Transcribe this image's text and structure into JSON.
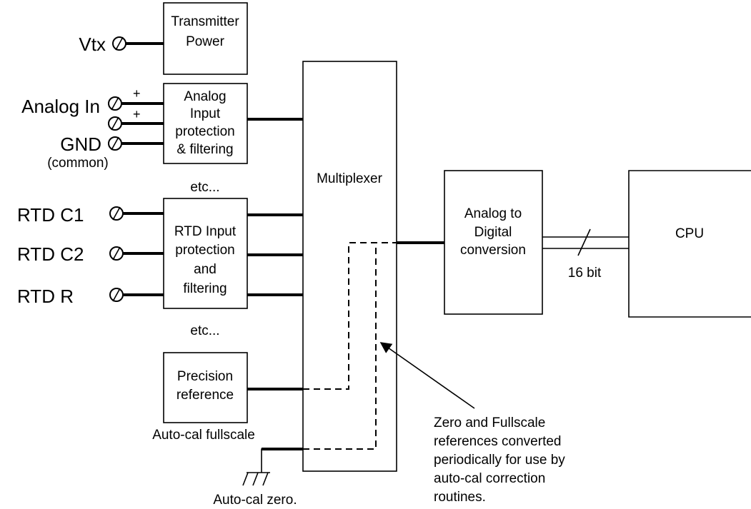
{
  "diagram": {
    "inputs": {
      "vtx": "Vtx",
      "analog_in": "Analog In",
      "plus1": "+",
      "plus2": "+",
      "gnd": "GND",
      "common": "(common)",
      "rtd_c1": "RTD C1",
      "rtd_c2": "RTD C2",
      "rtd_r": "RTD R"
    },
    "blocks": {
      "transmitter_power": [
        "Transmitter",
        "Power"
      ],
      "analog_input_protection": [
        "Analog",
        "Input",
        "protection",
        "& filtering"
      ],
      "rtd_input_protection": [
        "RTD Input",
        "protection",
        "and",
        "filtering"
      ],
      "precision_reference": [
        "Precision",
        "reference"
      ],
      "multiplexer": "Multiplexer",
      "adc": [
        "Analog to",
        "Digital",
        "conversion"
      ],
      "cpu": "CPU"
    },
    "labels": {
      "etc_1": "etc...",
      "etc_2": "etc...",
      "bus_width": "16 bit",
      "auto_cal_fullscale": "Auto-cal fullscale",
      "auto_cal_zero": "Auto-cal zero.",
      "note": [
        "Zero and Fullscale",
        "references converted",
        "periodically for use by",
        "auto-cal correction",
        "routines."
      ]
    }
  }
}
